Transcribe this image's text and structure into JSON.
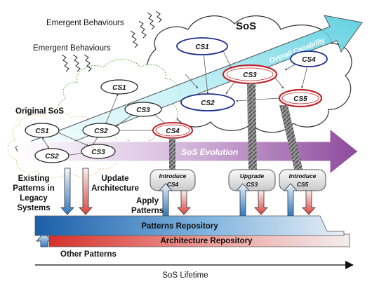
{
  "labels": {
    "emergent_1": "Emergent Behaviours",
    "emergent_2": "Emergent Behaviours",
    "sos": "SoS",
    "original_sos": "Original SoS",
    "overall_capability": "Overall Capability",
    "sos_evolution": "SoS Evolution",
    "existing_patterns": [
      "Existing",
      "Patterns in",
      "Legacy",
      "Systems"
    ],
    "update_architecture": [
      "Update",
      "Architecture"
    ],
    "apply_patterns": [
      "Apply",
      "Patterns"
    ],
    "patterns_repository": "Patterns Repository",
    "architecture_repository": "Architecture  Repository",
    "other_patterns": "Other Patterns",
    "sos_lifetime": "SoS Lifetime"
  },
  "actions": [
    {
      "line1": "Introduce",
      "line2": "CS4"
    },
    {
      "line1": "Upgrade",
      "line2": "CS3"
    },
    {
      "line1": "Introduce",
      "line2": "CS5"
    }
  ],
  "original_nodes": {
    "cs1": "CS1",
    "cs2": "CS2",
    "cs3": "CS3"
  },
  "middle_nodes": {
    "cs1": "CS1",
    "cs2": "CS2",
    "cs3": "CS3",
    "cs4": "CS4"
  },
  "final_nodes": {
    "cs1": "CS1",
    "cs2": "CS2",
    "cs3": "CS3",
    "cs4": "CS4",
    "cs5": "CS5"
  },
  "colors": {
    "capability_arrow": "#8fe3ee",
    "evolution_arrow": "#9b5aa8",
    "patterns_repo": "#2f6fb3",
    "architecture_repo": "#c2362e",
    "node_blue": "#1f2e8c",
    "node_red": "#c0242a",
    "blue_arrow": "#3f89c9",
    "red_arrow": "#d9554f"
  }
}
